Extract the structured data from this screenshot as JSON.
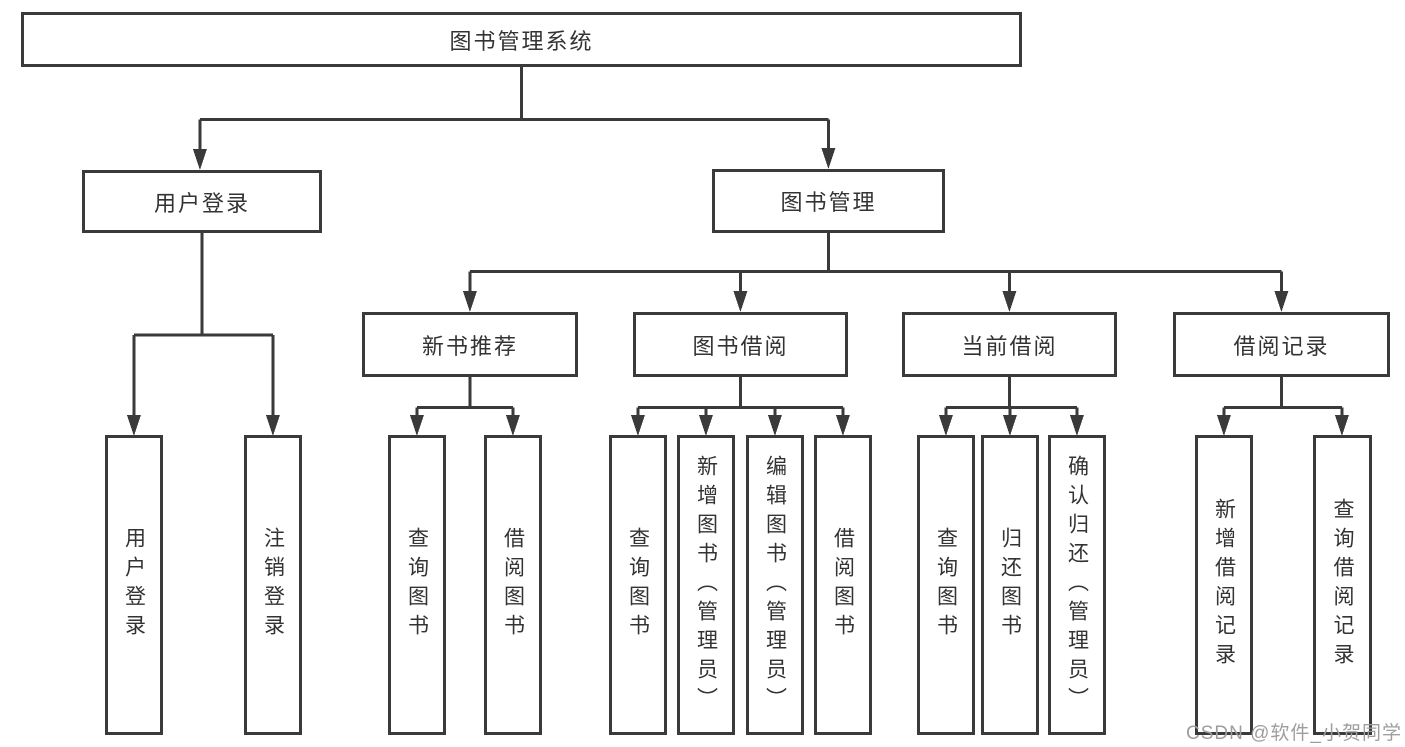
{
  "colors": {
    "line": "#3a3a3a",
    "text": "#333333",
    "watermark": "#9e9e9e"
  },
  "nodes": {
    "root": "图书管理系统",
    "user_login": "用户登录",
    "book_mgmt": "图书管理",
    "new_book": "新书推荐",
    "book_borrow": "图书借阅",
    "current_borrow": "当前借阅",
    "borrow_record": "借阅记录",
    "leaf_user_login": "用户登录",
    "leaf_logout": "注销登录",
    "leaf_nb_query": "查询图书",
    "leaf_nb_borrow": "借阅图书",
    "leaf_bb_query": "查询图书",
    "leaf_bb_add": "新增图书（管理员）",
    "leaf_bb_edit": "编辑图书（管理员）",
    "leaf_bb_borrow": "借阅图书",
    "leaf_cb_query": "查询图书",
    "leaf_cb_return": "归还图书",
    "leaf_cb_confirm": "确认归还（管理员）",
    "leaf_br_add": "新增借阅记录",
    "leaf_br_query": "查询借阅记录"
  },
  "watermark": "CSDN @软件_小贺同学"
}
